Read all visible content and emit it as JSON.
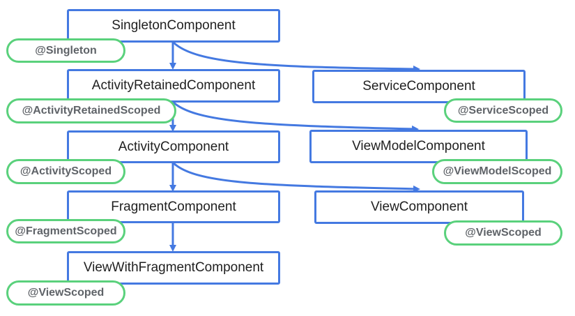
{
  "colors": {
    "component_border": "#4479e1",
    "scope_border": "#5ad17c",
    "arrow": "#4479e1",
    "component_text": "#1f1f1f",
    "scope_text": "#5f6368"
  },
  "components": {
    "singleton": "SingletonComponent",
    "activity_retained": "ActivityRetainedComponent",
    "activity": "ActivityComponent",
    "fragment": "FragmentComponent",
    "view_with_fragment": "ViewWithFragmentComponent",
    "service": "ServiceComponent",
    "view_model": "ViewModelComponent",
    "view": "ViewComponent"
  },
  "scopes": {
    "singleton": "@Singleton",
    "activity_retained": "@ActivityRetainedScoped",
    "activity": "@ActivityScoped",
    "fragment": "@FragmentScoped",
    "view_with_fragment": "@ViewScoped",
    "service": "@ServiceScoped",
    "view_model": "@ViewModelScoped",
    "view": "@ViewScoped"
  },
  "edges": [
    {
      "from": "SingletonComponent",
      "to": "ActivityRetainedComponent"
    },
    {
      "from": "SingletonComponent",
      "to": "ServiceComponent"
    },
    {
      "from": "ActivityRetainedComponent",
      "to": "ActivityComponent"
    },
    {
      "from": "ActivityRetainedComponent",
      "to": "ViewModelComponent"
    },
    {
      "from": "ActivityComponent",
      "to": "FragmentComponent"
    },
    {
      "from": "ActivityComponent",
      "to": "ViewComponent"
    },
    {
      "from": "FragmentComponent",
      "to": "ViewWithFragmentComponent"
    }
  ]
}
